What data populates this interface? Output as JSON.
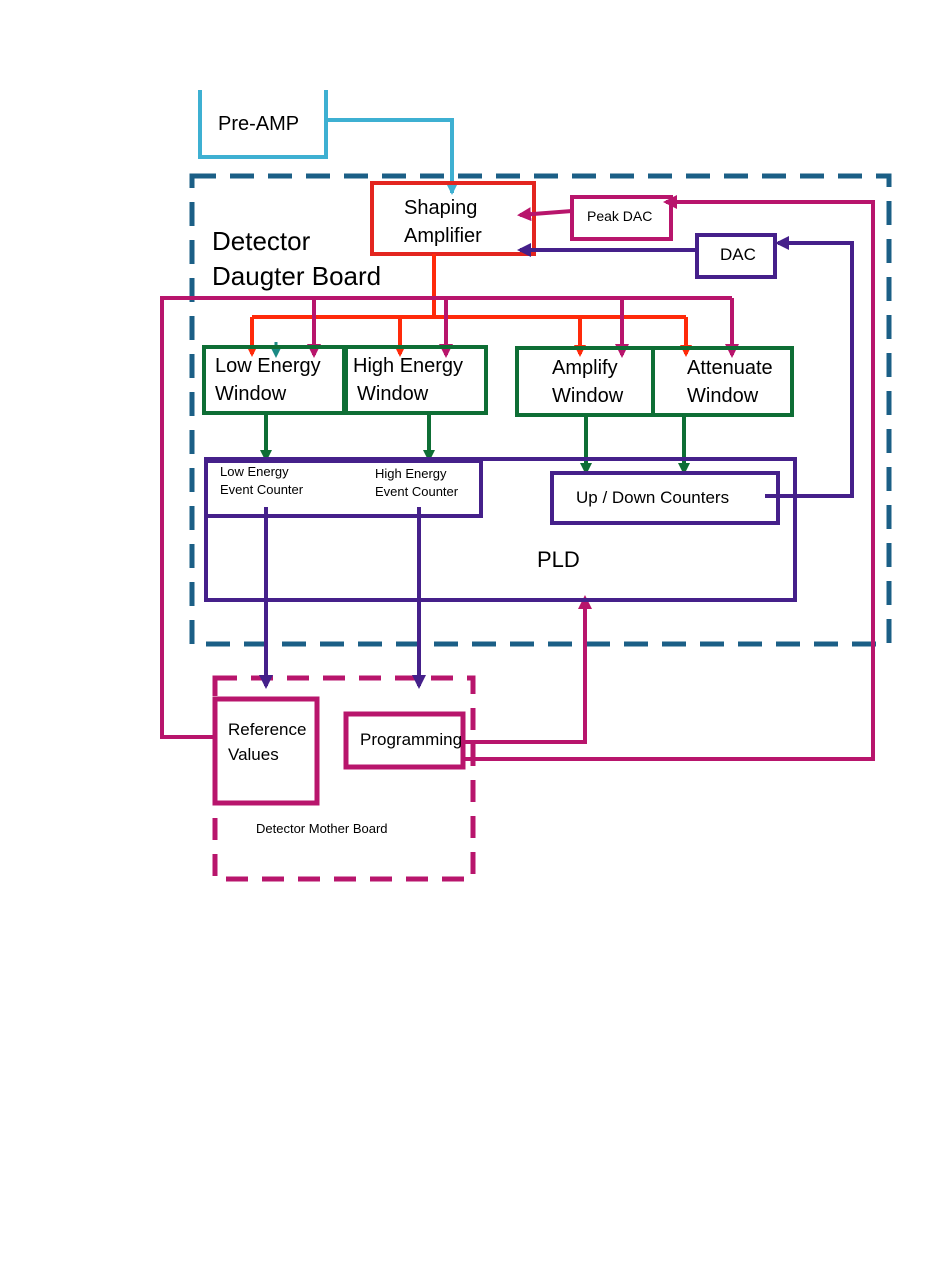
{
  "colors": {
    "preamp": "#3eb0d2",
    "daughter_border": "#1b5f86",
    "shaping": "#e3251f",
    "signal": "#ff2a0a",
    "window": "#0e6e35",
    "pld": "#45208a",
    "mother": "#b8156c",
    "teal_arrow": "#1a8a84"
  },
  "labels": {
    "preamp": "Pre-AMP",
    "shaping_line1": "Shaping",
    "shaping_line2": "Amplifier",
    "peak_dac": "Peak DAC",
    "dac": "DAC",
    "daughter_line1": "Detector",
    "daughter_line2": "Daugter Board",
    "low_window_line1": "Low Energy",
    "low_window_line2": "Window",
    "high_window_line1": "High Energy",
    "high_window_line2": "Window",
    "amplify_line1": "Amplify",
    "amplify_line2": "Window",
    "attenuate_line1": "Attenuate",
    "attenuate_line2": "Window",
    "low_counter_line1": "Low Energy",
    "low_counter_line2": "Event Counter",
    "high_counter_line1": "High Energy",
    "high_counter_line2": "Event Counter",
    "updown": "Up / Down Counters",
    "pld": "PLD",
    "reference_line1": "Reference",
    "reference_line2": "Values",
    "programming": "Programming",
    "mother_board": "Detector Mother Board"
  }
}
